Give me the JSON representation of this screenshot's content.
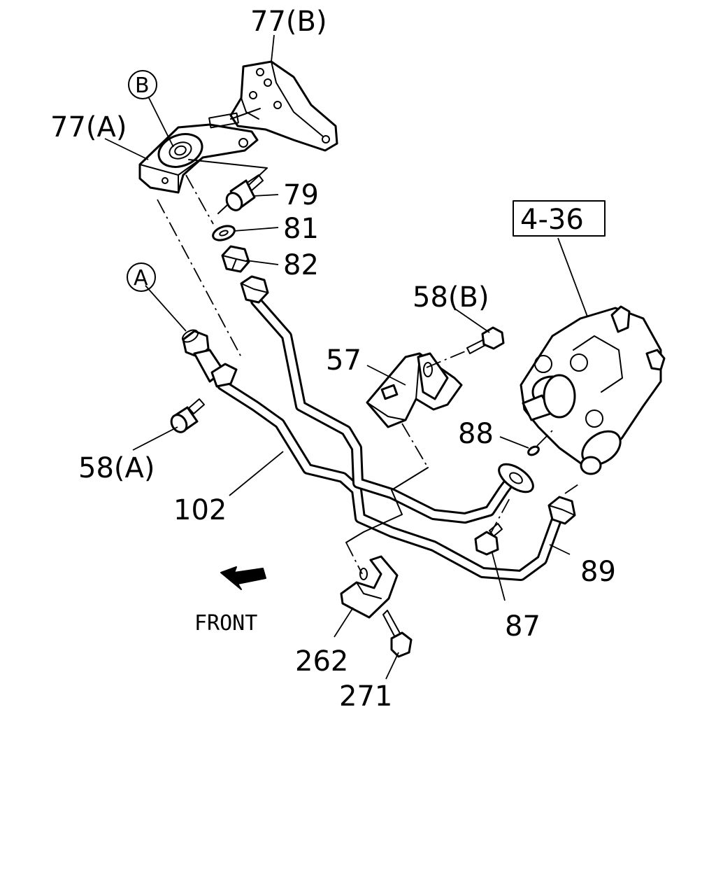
{
  "labels": {
    "p77b": "77(B)",
    "p77a": "77(A)",
    "refB": "B",
    "refA": "A",
    "p79": "79",
    "p81": "81",
    "p82": "82",
    "p4_36": "4-36",
    "p58b": "58(B)",
    "p57": "57",
    "p58a": "58(A)",
    "p88": "88",
    "p102": "102",
    "p89": "89",
    "p87": "87",
    "p262": "262",
    "p271": "271",
    "front": "FRONT"
  }
}
